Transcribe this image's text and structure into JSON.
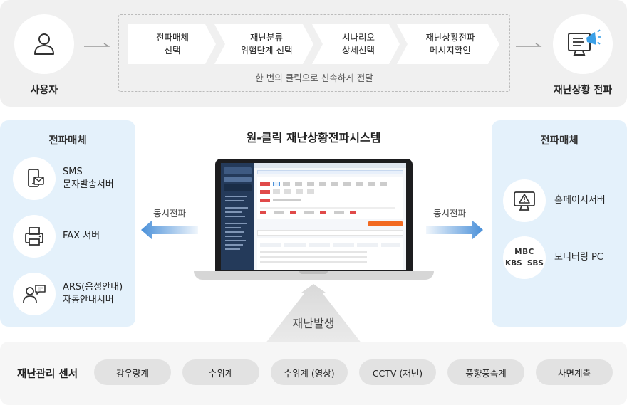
{
  "top_flow": {
    "user_label": "사용자",
    "steps": [
      "전파매체\n선택",
      "재난분류\n위험단계 선택",
      "시나리오\n상세선택",
      "재난상황전파\n메시지확인"
    ],
    "note": "한 번의 클릭으로 신속하게 전달",
    "broadcast_label": "재난상황 전파"
  },
  "system_title": "원-클릭 재난상황전파시스템",
  "left_panel": {
    "title": "전파매체",
    "items": [
      {
        "label": "SMS\n문자발송서버",
        "icon": "sms-phone-icon"
      },
      {
        "label": "FAX 서버",
        "icon": "fax-icon"
      },
      {
        "label": "ARS(음성안내)\n자동안내서버",
        "icon": "voice-user-icon"
      }
    ],
    "arrow_label": "동시전파"
  },
  "right_panel": {
    "title": "전파매체",
    "items": [
      {
        "label": "홈페이지서버",
        "icon": "warning-monitor-icon"
      },
      {
        "label": "모니터링 PC",
        "icon": "broadcaster-logos-icon",
        "logos": [
          "MBC",
          "KBS",
          "SBS"
        ]
      }
    ],
    "arrow_label": "동시전파"
  },
  "cone_label": "재난발생",
  "sensors": {
    "title": "재난관리 센서",
    "items": [
      "강우량계",
      "수위계",
      "수위계 (영상)",
      "CCTV (재난)",
      "풍향풍속계",
      "사면계측"
    ]
  },
  "colors": {
    "panel_bg": "#e4f1fb",
    "arrow_blue": "#5b9bd5",
    "top_band": "#f0f0f0",
    "chevron_fill": "#ffffff",
    "megaphone_accent": "#3aa0e8"
  }
}
